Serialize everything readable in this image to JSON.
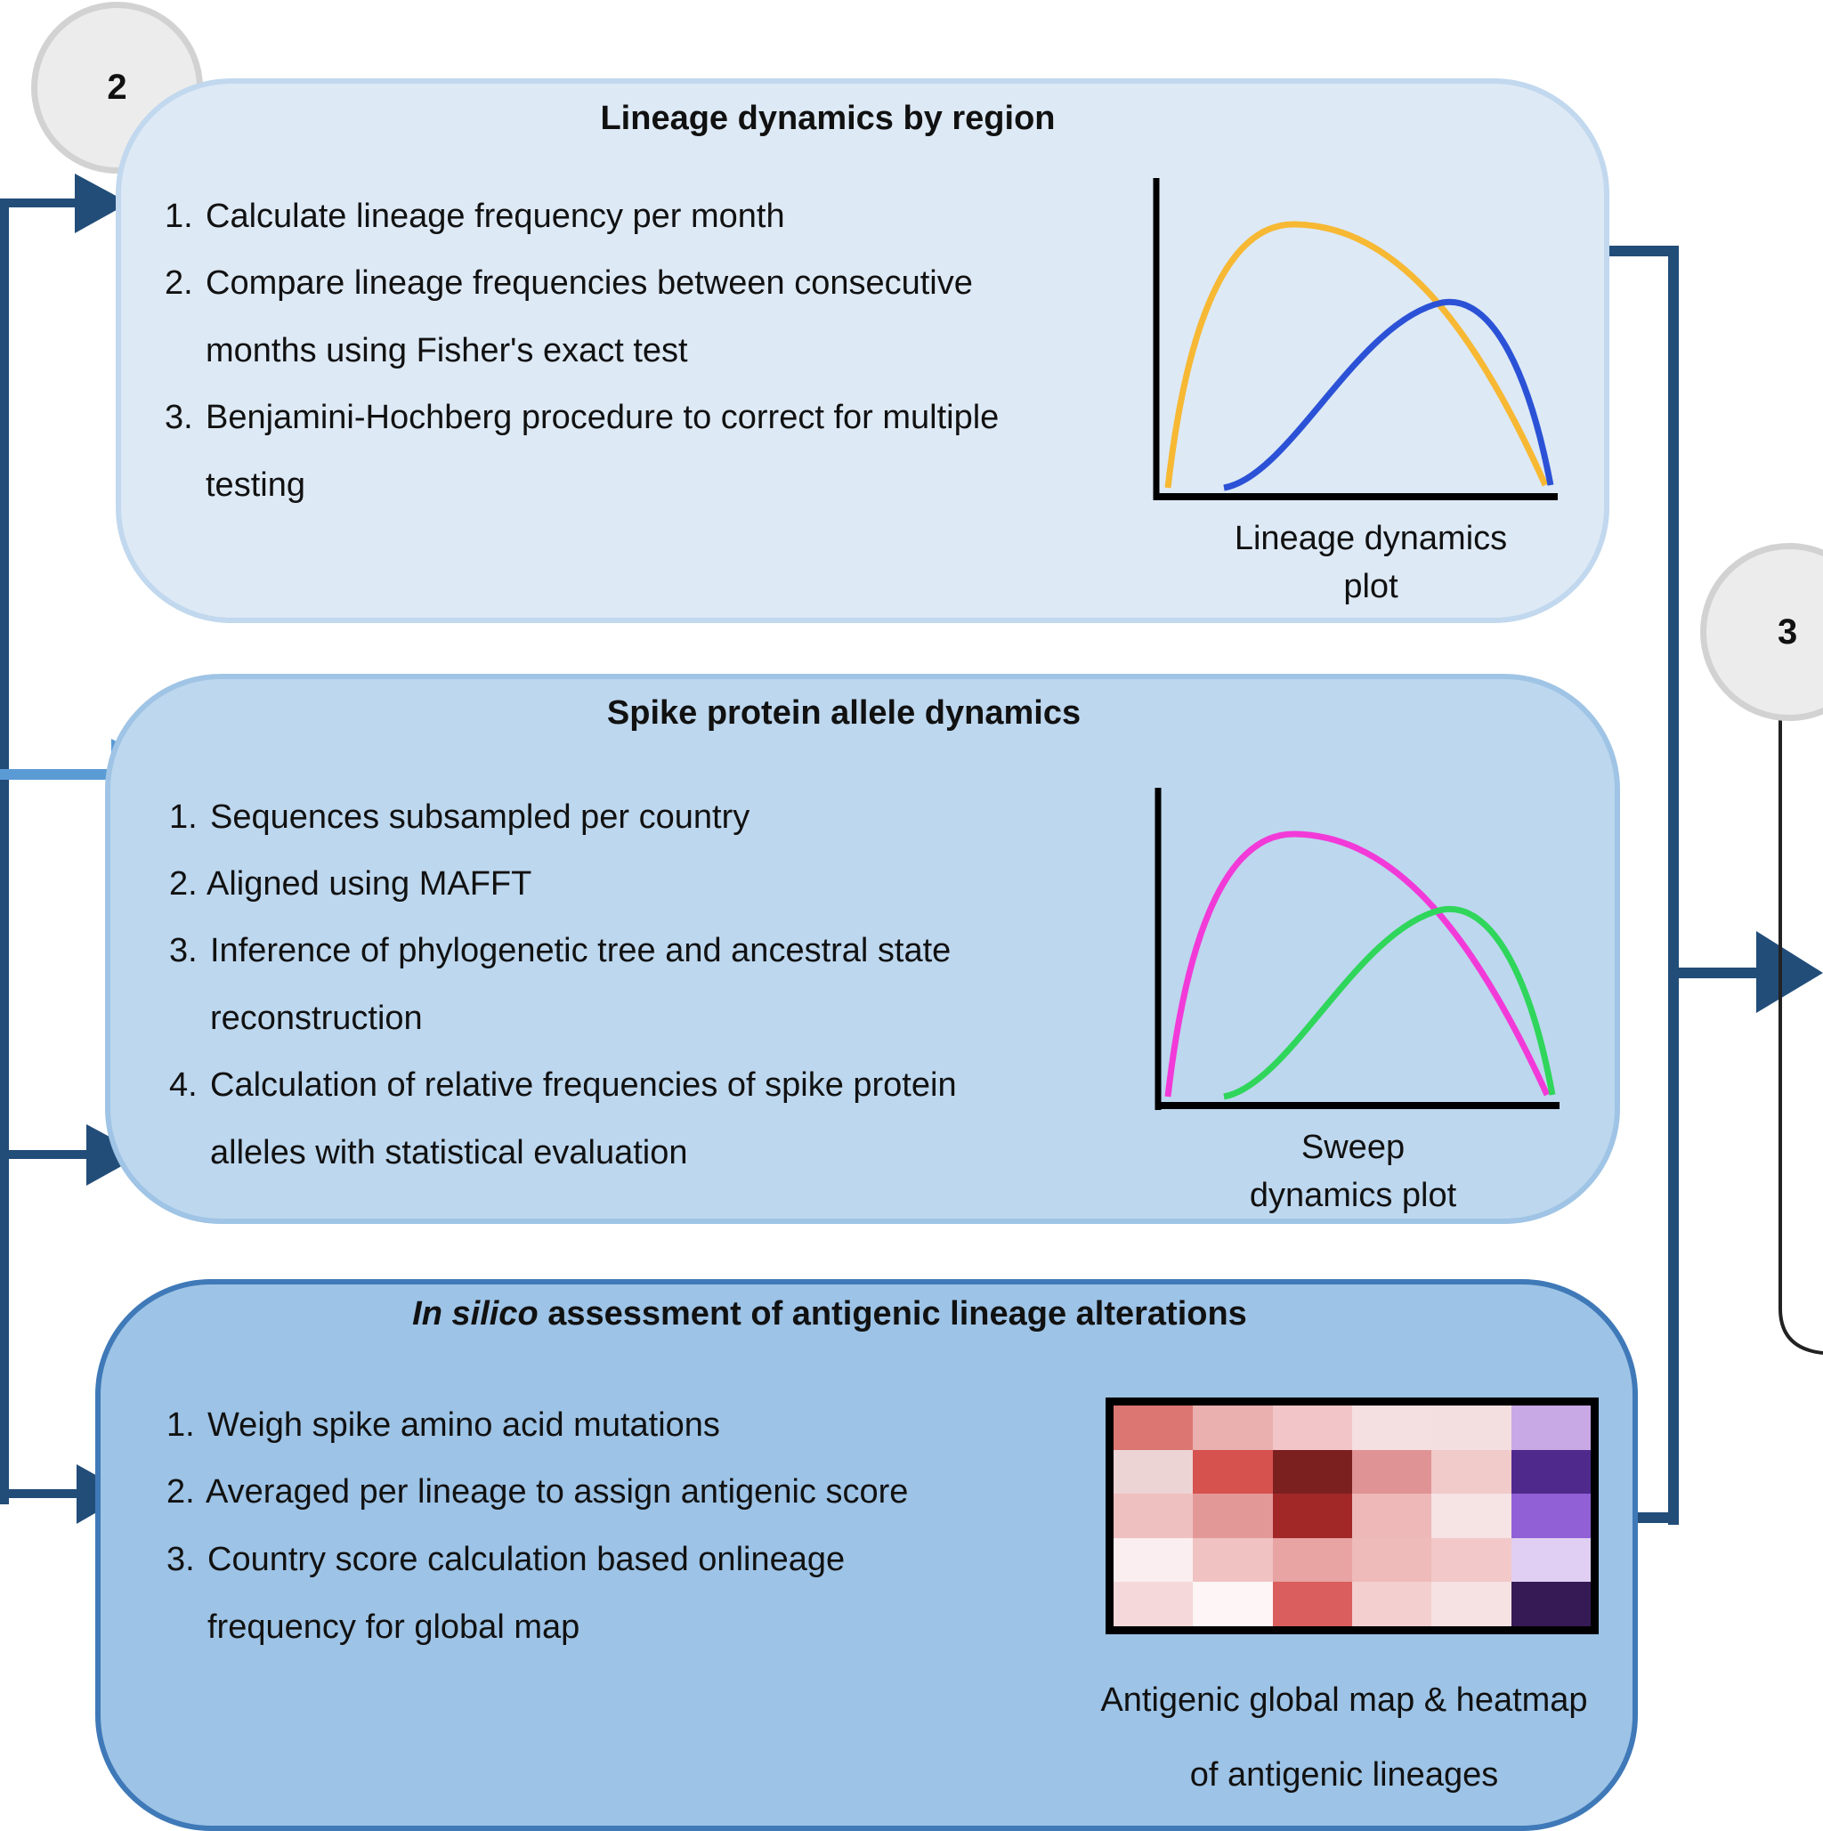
{
  "badges": {
    "left": "2",
    "right": "3"
  },
  "panel1": {
    "title": "Lineage dynamics by region",
    "steps": [
      {
        "num": "1.",
        "lines": [
          "Calculate lineage frequency per month"
        ]
      },
      {
        "num": "2.",
        "lines": [
          "Compare lineage frequencies between consecutive",
          "months using Fisher's exact test"
        ]
      },
      {
        "num": "3.",
        "lines": [
          "Benjamini-Hochberg procedure to correct for multiple",
          "testing"
        ]
      }
    ],
    "caption": [
      "Lineage dynamics",
      "plot"
    ],
    "curve_colors": [
      "#f7b833",
      "#2b52d6"
    ]
  },
  "panel2": {
    "title": "Spike protein allele dynamics",
    "steps": [
      {
        "num": "1.",
        "lines": [
          "Sequences subsampled per country"
        ]
      },
      {
        "num": "2.",
        "lines": [
          "Aligned using MAFFT"
        ]
      },
      {
        "num": "3.",
        "lines": [
          "Inference of phylogenetic tree and ancestral state",
          "reconstruction"
        ]
      },
      {
        "num": "4.",
        "lines": [
          "Calculation of relative frequencies of spike protein",
          "alleles with statistical evaluation"
        ]
      }
    ],
    "caption": [
      "Sweep",
      "dynamics plot"
    ],
    "curve_colors": [
      "#f23ad8",
      "#2fd65b"
    ]
  },
  "panel3": {
    "title_italic": "In silico",
    "title_rest": " assessment of antigenic lineage alterations",
    "steps": [
      {
        "num": "1.",
        "lines": [
          "Weigh spike amino acid mutations"
        ]
      },
      {
        "num": "2.",
        "lines": [
          "Averaged per lineage to assign antigenic score"
        ]
      },
      {
        "num": "3.",
        "lines": [
          "Country score calculation based onlineage",
          "frequency for global map"
        ]
      }
    ],
    "caption": [
      "Antigenic global map & heatmap",
      "of antigenic lineages"
    ],
    "heatmap": [
      [
        "#dc7672",
        "#eab0b0",
        "#f2c6c8",
        "#f5e0e1",
        "#f4dfe0",
        "#c9a8e6"
      ],
      [
        "#ecd3d4",
        "#d5524f",
        "#7c1f1f",
        "#e09394",
        "#f1caca",
        "#4f2a8c"
      ],
      [
        "#efc0c0",
        "#e39898",
        "#a22828",
        "#eeb8b8",
        "#f6e3e4",
        "#9160d6"
      ],
      [
        "#fbeef0",
        "#f0c2c2",
        "#e8a3a3",
        "#eebaba",
        "#f2c8c9",
        "#e0cff2"
      ],
      [
        "#f5d9da",
        "#fdf5f6",
        "#d95e5d",
        "#f3cfd0",
        "#f7e2e3",
        "#361a56"
      ]
    ]
  },
  "colors": {
    "connector_dark": "#224d79",
    "connector_light": "#5b9bd5",
    "panel1_fill": "#dde9f5",
    "panel1_border": "#c1d8ee",
    "panel2_fill": "#bdd7ee",
    "panel2_border": "#9fc4e5",
    "panel3_fill": "#9dc3e6",
    "panel3_border": "#3f79b8"
  }
}
